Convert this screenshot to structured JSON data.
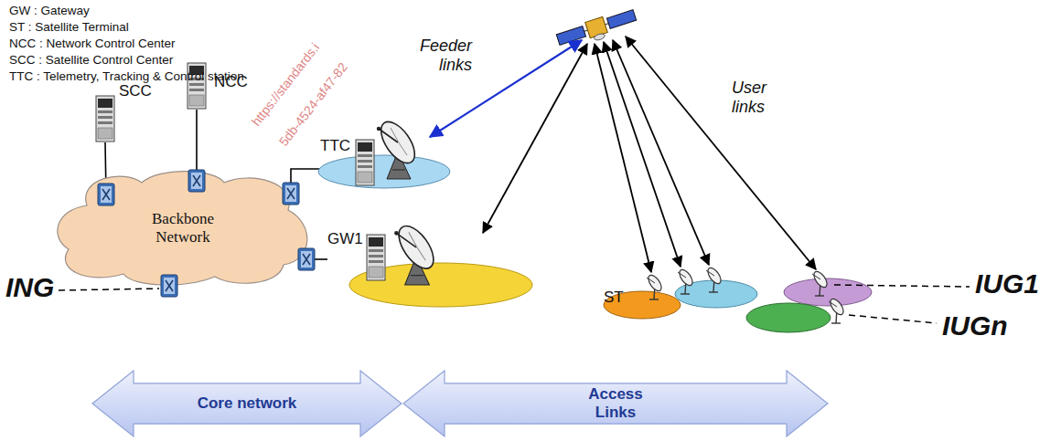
{
  "diagram": {
    "nodes": [
      {
        "text": [
          "SCC"
        ]
      },
      {
        "text": [
          "NCC"
        ]
      },
      {
        "text": [
          "TTC"
        ]
      },
      {
        "text": [
          "Backbone Network"
        ]
      },
      {
        "text": [
          "GW1"
        ]
      },
      {
        "text": [
          "Core network"
        ]
      },
      {
        "text": [
          "Access Links"
        ]
      }
    ],
    "edges": [
      {
        "from": 0,
        "to": 3,
        "arrow": "none"
      },
      {
        "from": 1,
        "to": 3,
        "arrow": "none"
      },
      {
        "from": 2,
        "to": 3,
        "arrow": "none"
      },
      {
        "from": 4,
        "to": 3,
        "arrow": "none"
      }
    ],
    "labels": [
      "GW : Gateway",
      "ST : Satellite Terminal",
      "NCC : Network Control Center",
      "SCC : Satellite Control Center",
      "TTC : Telemetry, Tracking & Control station",
      "Feeder links",
      "User links",
      "ST",
      "ING",
      "IUG1",
      "IUGn",
      "https://standards.i",
      "5db-4524-af47-82"
    ]
  }
}
